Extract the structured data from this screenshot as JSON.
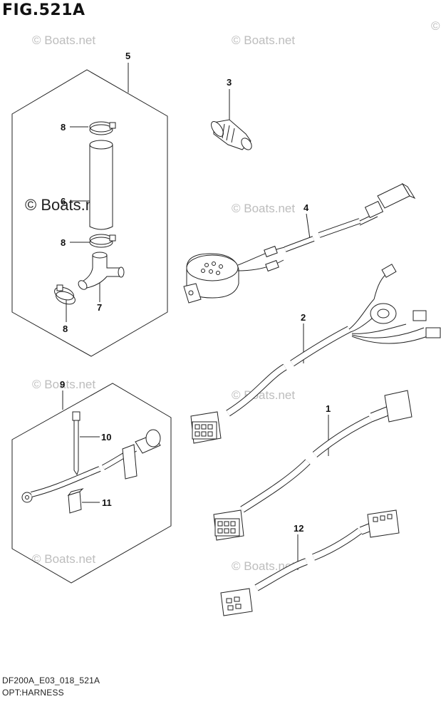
{
  "figure": {
    "title": "FIG.521A",
    "caption_line1": "DF200A_E03_018_521A",
    "caption_line2": "OPT:HARNESS"
  },
  "watermark": {
    "text": "© Boats.net",
    "color": "#bdbdbd"
  },
  "callouts": [
    "5",
    "3",
    "8",
    "6",
    "8",
    "7",
    "8",
    "4",
    "2",
    "9",
    "10",
    "11",
    "1",
    "12"
  ]
}
